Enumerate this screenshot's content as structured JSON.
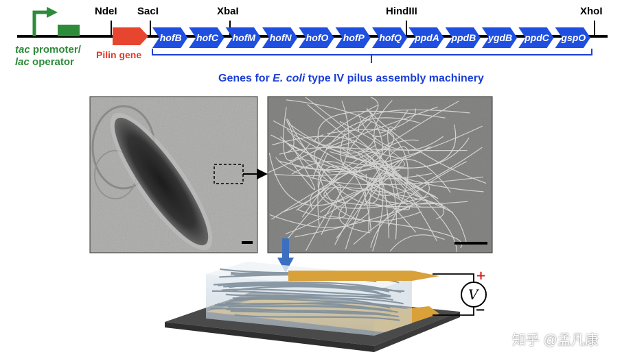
{
  "construct": {
    "promoter_label_line1_em": "tac",
    "promoter_label_line1_rest": " promoter/",
    "promoter_label_line2_em": "lac",
    "promoter_label_line2_rest": " operator",
    "pilin_label": "Pilin gene",
    "sites": [
      "NdeI",
      "SacI",
      "XbaI",
      "HindIII",
      "XhoI"
    ],
    "genes": [
      "hofB",
      "hofC",
      "hofM",
      "hofN",
      "hofO",
      "hofP",
      "hofQ",
      "ppdA",
      "ppdB",
      "ygdB",
      "ppdC",
      "gspO"
    ],
    "caption_prefix": "Genes for ",
    "caption_em": "E. coli",
    "caption_suffix": " type IV pilus assembly machinery"
  },
  "device": {
    "plus_sign": "+",
    "minus_sign": "−",
    "voltmeter_symbol": "V"
  },
  "watermark": "知乎 @孟凡康",
  "colors": {
    "promoter": "#2e8b3a",
    "pilin": "#e8452f",
    "genes": "#1f4fe0",
    "bracket": "#1a3fd6",
    "electrode": "#d9a13a",
    "substrate": "#4a4a4a",
    "arrow": "#3d6fc0"
  }
}
